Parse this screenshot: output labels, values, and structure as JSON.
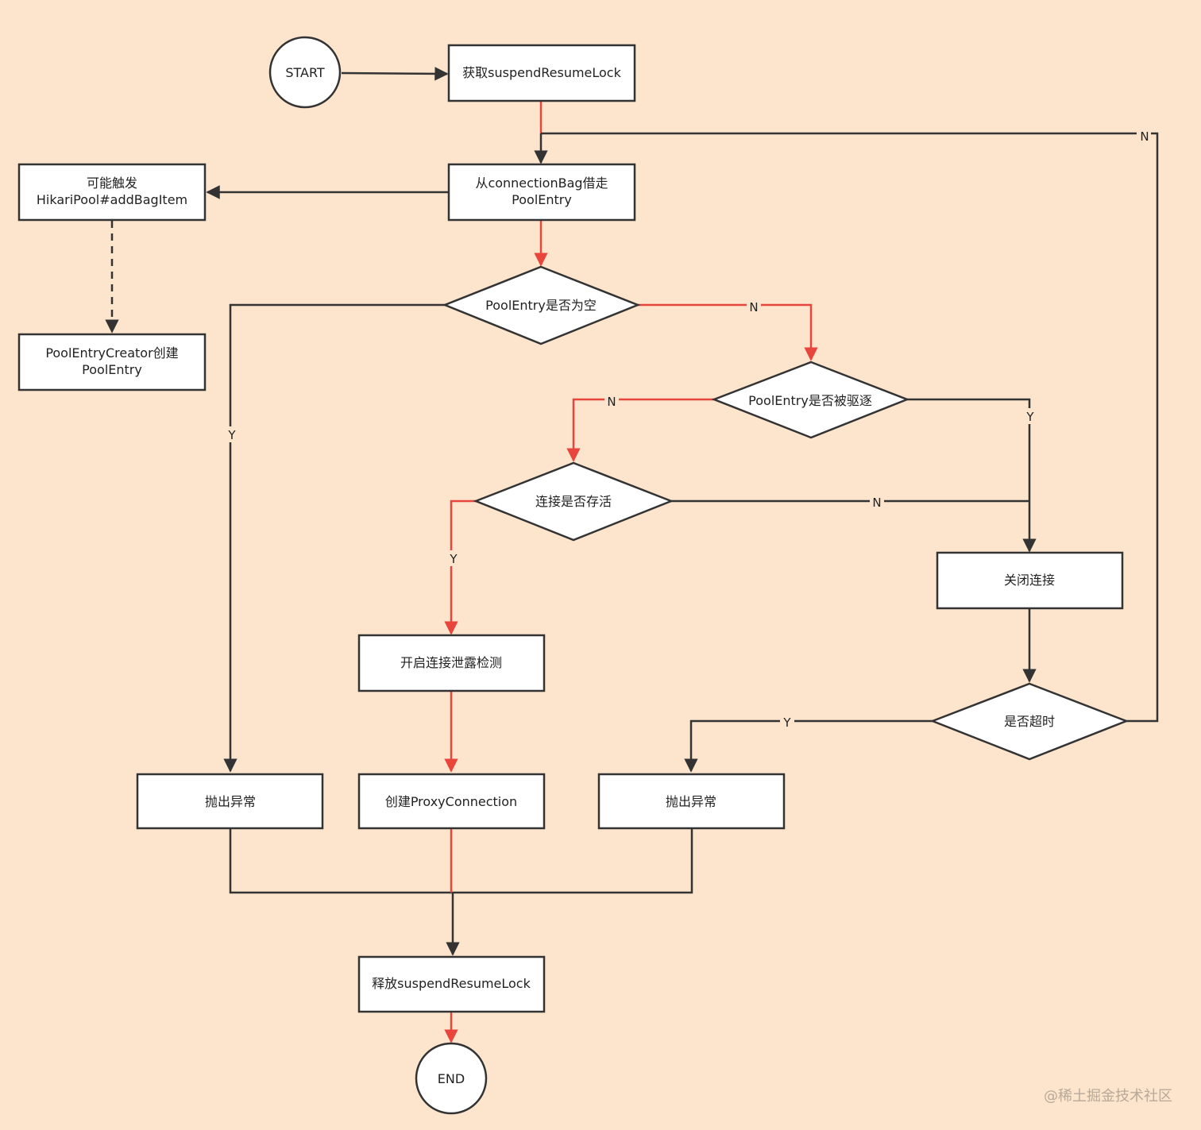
{
  "nodes": {
    "start": "START",
    "acquire_lock": "获取suspendResumeLock",
    "borrow_line1": "从connectionBag借走",
    "borrow_line2": "PoolEntry",
    "add_bag_line1": "可能触发",
    "add_bag_line2": "HikariPool#addBagItem",
    "creator_line1": "PoolEntryCreator创建",
    "creator_line2": "PoolEntry",
    "is_null": "PoolEntry是否为空",
    "is_evicted": "PoolEntry是否被驱逐",
    "is_alive": "连接是否存活",
    "close_conn": "关闭连接",
    "leak_detect": "开启连接泄露检测",
    "is_timeout": "是否超时",
    "throw_left": "抛出异常",
    "create_proxy": "创建ProxyConnection",
    "throw_right": "抛出异常",
    "release_lock": "释放suspendResumeLock",
    "end": "END"
  },
  "edge_labels": {
    "timeout_no": "N",
    "null_no": "N",
    "evicted_no": "N",
    "evicted_yes": "Y",
    "alive_no": "N",
    "alive_yes": "Y",
    "null_yes": "Y",
    "timeout_yes": "Y"
  },
  "colors": {
    "background": "#fce5cc",
    "main_path": "#e8453c",
    "alt_path": "#333333"
  },
  "watermark": "@稀土掘金技术社区"
}
